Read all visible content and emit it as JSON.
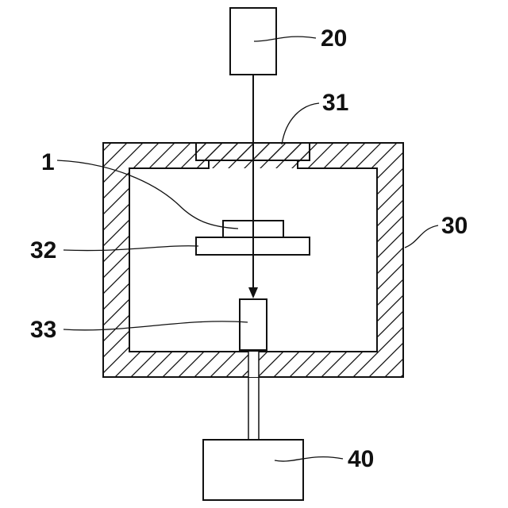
{
  "labels": {
    "box_20": "20",
    "window_31": "31",
    "chamber_30": "30",
    "sample_1": "1",
    "stage_32": "32",
    "detector_33": "33",
    "box_40": "40"
  }
}
